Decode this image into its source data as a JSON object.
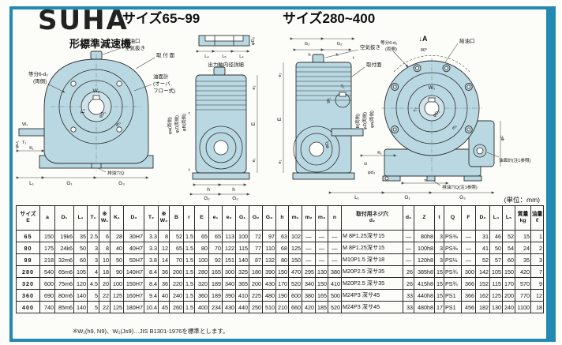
{
  "page": {
    "brand": "SUHA",
    "subtitle": "形標準減速機",
    "heading_small": "サイズ65~99",
    "heading_large": "サイズ280~400",
    "unit_note": "(単位：mm)",
    "footnote": "※W₁(h9, N9)、W₂(Js9)…JIS B1301-1976を標準とします。"
  },
  "drawings": {
    "view_label_a": "A",
    "view_label_a_arrow": "↓A",
    "angle_90": "90°",
    "mount_face_spaced": "取 付 面",
    "mount_face": "取付面",
    "oil_port": "給油口",
    "air_vent": "空気抜き",
    "equal_6d2": "等分6-d₂",
    "both_sides": "(両側)",
    "oil_gauge_l1": "油面計",
    "oil_gauge_l2": "(オーバ",
    "oil_gauge_l3": "フロー式)",
    "oil_gauge_note": "油面計(注1参照)",
    "drain_q": "排油穴Q",
    "drain_q_note": "排油穴Q(注1参照)",
    "shaft_detail_caption": "出力軸内径詳細",
    "dims": {
      "W1": "W₁",
      "T1": "T₁",
      "D1": "φD₁",
      "W2": "W₂",
      "T2": "T₂",
      "D2": "φD₂",
      "D3": "φD₃",
      "K1": "K₁",
      "L1": "L₁",
      "L4": "L₄",
      "L5": "L₅",
      "G1": "G₁",
      "G2": "G₂",
      "G3": "G₃",
      "E": "E",
      "e1": "e₁",
      "e2": "e₂",
      "h": "h",
      "t": "t",
      "m1": "m₁",
      "n": "n",
      "F": "φF",
      "d3": "φd₃",
      "r": "r",
      "a_side": "φa(両側)",
      "Z_side": "φZ(両側)",
      "B_side": "φB(両側)"
    }
  },
  "table": {
    "headers": [
      "サイズ\nE",
      "a",
      "D₁",
      "L₁",
      "T₁",
      "※\nW₁",
      "K₁",
      "D₂",
      "T₂",
      "※\nW₂",
      "B",
      "r",
      "E",
      "e₁",
      "e₂",
      "G₁",
      "G₂",
      "G₃",
      "h",
      "m₁",
      "m₂",
      "m₃",
      "n",
      "取付用ネジ穴\nd₂",
      "d₃",
      "Z",
      "t",
      "Q",
      "F",
      "D₃",
      "L₄",
      "L₅",
      "質量\nkg",
      "油量\nℓ"
    ],
    "rows": [
      {
        "size": "65",
        "values": [
          "150",
          "19k6",
          "35",
          "2.5",
          "6",
          "28",
          "30H7",
          "3.3",
          "8",
          "52",
          "1.5",
          "65",
          "65",
          "113",
          "100",
          "72",
          "97",
          "63",
          "102",
          "—",
          "—",
          "—",
          "M 8P1.25深サ15",
          "—",
          "80h8",
          "3",
          "PS⅜",
          "—",
          "31",
          "46",
          "52",
          "15",
          "1"
        ]
      },
      {
        "size": "80",
        "values": [
          "175",
          "24k6",
          "50",
          "3",
          "8",
          "40",
          "40H7",
          "3.3",
          "12",
          "65",
          "1.5",
          "80",
          "70",
          "122",
          "115",
          "77",
          "110",
          "68",
          "125",
          "—",
          "—",
          "—",
          "M 8P1.25深サ15",
          "—",
          "100h8",
          "3",
          "PS⅜",
          "—",
          "41",
          "50",
          "54",
          "24",
          "2"
        ]
      },
      {
        "size": "99",
        "values": [
          "218",
          "32m6",
          "60",
          "3",
          "10",
          "50",
          "50H7",
          "3.8",
          "14",
          "70",
          "1.5",
          "100",
          "92",
          "151",
          "140",
          "87",
          "132",
          "80",
          "150",
          "—",
          "—",
          "—",
          "M10P1.5 深サ18",
          "—",
          "120h8",
          "3",
          "PS½",
          "—",
          "52",
          "57",
          "60",
          "35",
          "3"
        ]
      },
      {
        "size": "280",
        "values": [
          "540",
          "65m6",
          "105",
          "4",
          "18",
          "90",
          "140H7",
          "8.4",
          "36",
          "200",
          "1.5",
          "280",
          "165",
          "300",
          "325",
          "180",
          "390",
          "150",
          "470",
          "295",
          "130",
          "380",
          "M20P2.5 深サ35",
          "26",
          "385h8",
          "15",
          "PS¾",
          "300",
          "142",
          "105",
          "150",
          "420",
          "7"
        ]
      },
      {
        "size": "320",
        "values": [
          "600",
          "75m6",
          "120",
          "4.5",
          "20",
          "100",
          "150H7",
          "8.4",
          "36",
          "220",
          "1.5",
          "320",
          "189",
          "340",
          "365",
          "200",
          "430",
          "170",
          "520",
          "340",
          "150",
          "410",
          "M20P2.5 深サ35",
          "26",
          "415h8",
          "15",
          "PS¾",
          "366",
          "152",
          "115",
          "170",
          "570",
          "9"
        ]
      },
      {
        "size": "360",
        "values": [
          "690",
          "80m6",
          "140",
          "5",
          "22",
          "125",
          "160H7",
          "9.4",
          "40",
          "240",
          "1.5",
          "360",
          "189",
          "390",
          "410",
          "225",
          "480",
          "190",
          "600",
          "380",
          "165",
          "500",
          "M24P3 深サ45",
          "33",
          "440h8",
          "15",
          "PS1",
          "366",
          "162",
          "125",
          "200",
          "770",
          "12"
        ]
      },
      {
        "size": "400",
        "values": [
          "740",
          "85m6",
          "140",
          "5",
          "22",
          "125",
          "180H7",
          "10.4",
          "45",
          "260",
          "1.5",
          "400",
          "234",
          "430",
          "440",
          "250",
          "510",
          "210",
          "660",
          "420",
          "185",
          "520",
          "M24P3 深サ45",
          "33",
          "480h8",
          "17",
          "PS1",
          "456",
          "182",
          "130",
          "240",
          "1100",
          "18"
        ]
      }
    ]
  }
}
